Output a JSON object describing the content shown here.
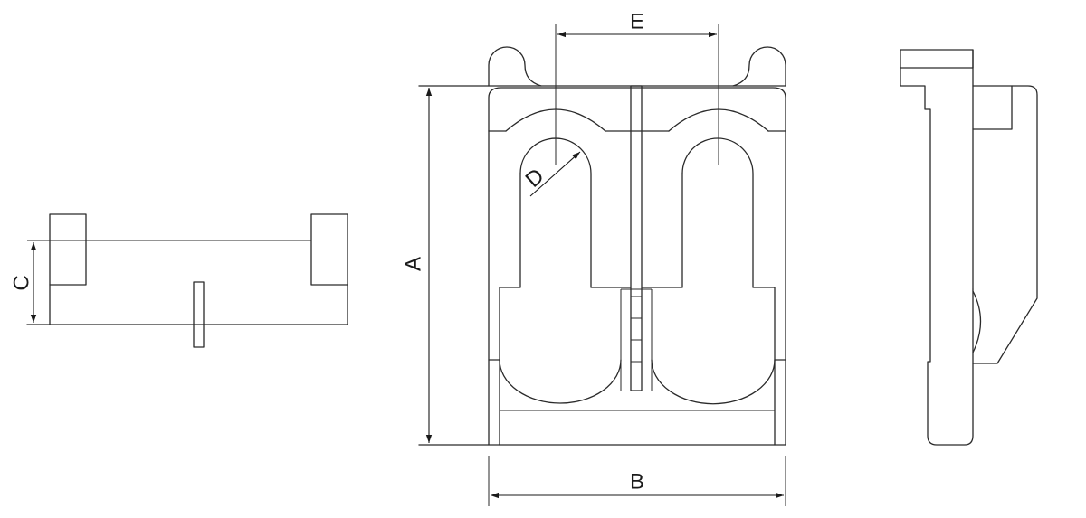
{
  "labels": {
    "a": "A",
    "b": "B",
    "c": "C",
    "d": "D",
    "e": "E"
  },
  "colors": {
    "line": "#2a2a2a",
    "background": "#ffffff"
  }
}
